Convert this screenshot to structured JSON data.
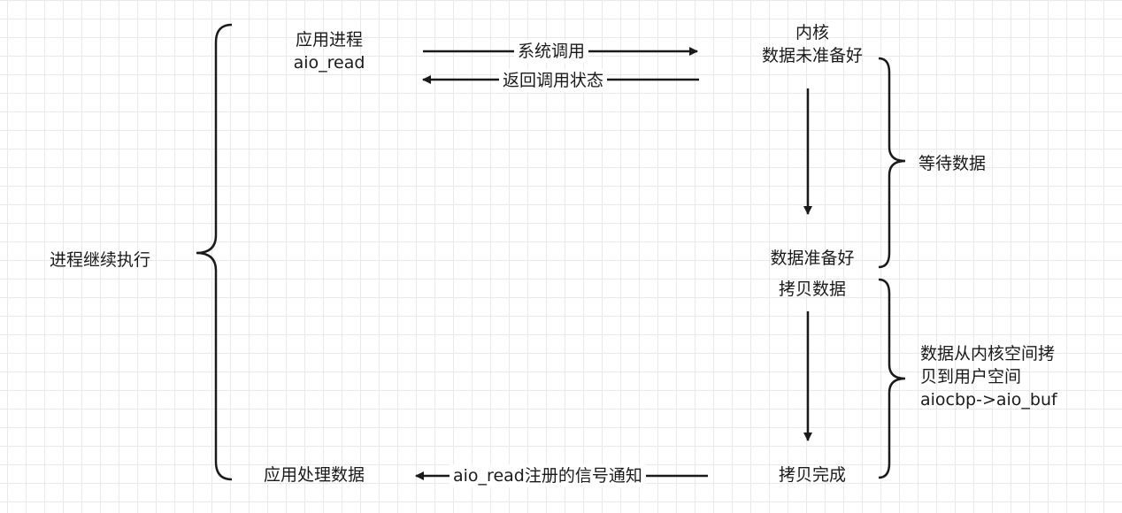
{
  "nodes": {
    "app_process": "应用进程\naio_read",
    "kernel": "内核\n数据未准备好",
    "data_ready": "数据准备好",
    "copy_data": "拷贝数据",
    "copy_done": "拷贝完成",
    "app_handle": "应用处理数据"
  },
  "edges": {
    "syscall": "系统调用",
    "return_status": "返回调用状态",
    "signal_notify": "aio_read注册的信号通知"
  },
  "braces": {
    "continue_exec": "进程继续执行",
    "wait_data": "等待数据",
    "copy_desc": "数据从内核空间拷\n贝到用户空间\naiocbp->aio_buf"
  }
}
